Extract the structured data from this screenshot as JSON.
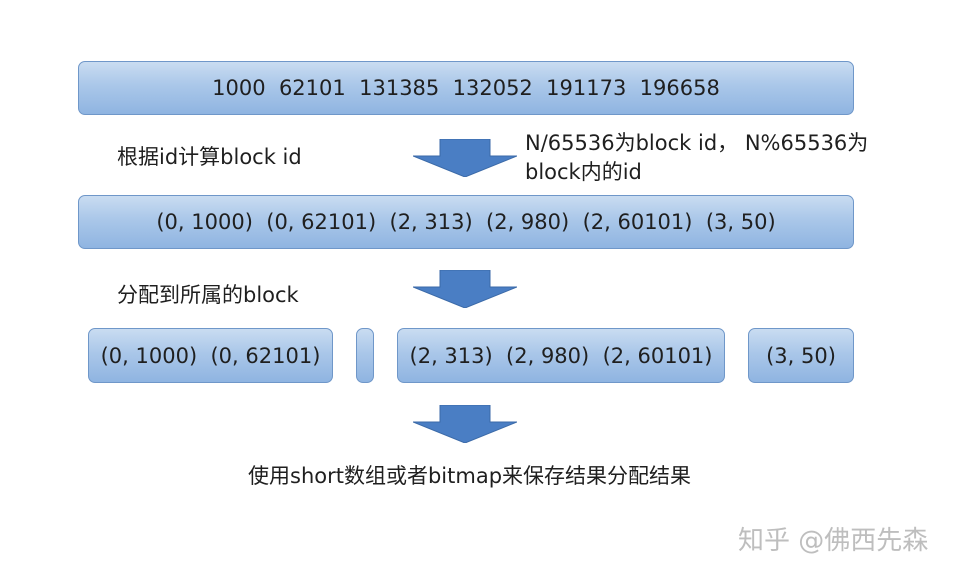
{
  "row1": {
    "text": "1000  62101  131385  132052  191173  196658"
  },
  "step1": {
    "label": "根据id计算block id",
    "note_line1": "N/65536为block id， N%65536为",
    "note_line2": "block内的id"
  },
  "row2": {
    "text": "(0, 1000)  (0, 62101)  (2, 313)  (2, 980)  (2, 60101)  (3, 50)"
  },
  "step2": {
    "label": "分配到所属的block"
  },
  "row3": {
    "blocks": [
      "(0, 1000)  (0, 62101)",
      "",
      "(2, 313)  (2, 980)  (2, 60101)",
      "(3, 50)"
    ]
  },
  "footer": {
    "text": "使用short数组或者bitmap来保存结果分配结果"
  },
  "watermark": {
    "text": "知乎 @佛西先森"
  },
  "colors": {
    "box_top": "#c9dcf1",
    "box_bottom": "#8fb4e1",
    "box_border": "#6f97c9",
    "arrow_fill": "#4a7ec4"
  }
}
